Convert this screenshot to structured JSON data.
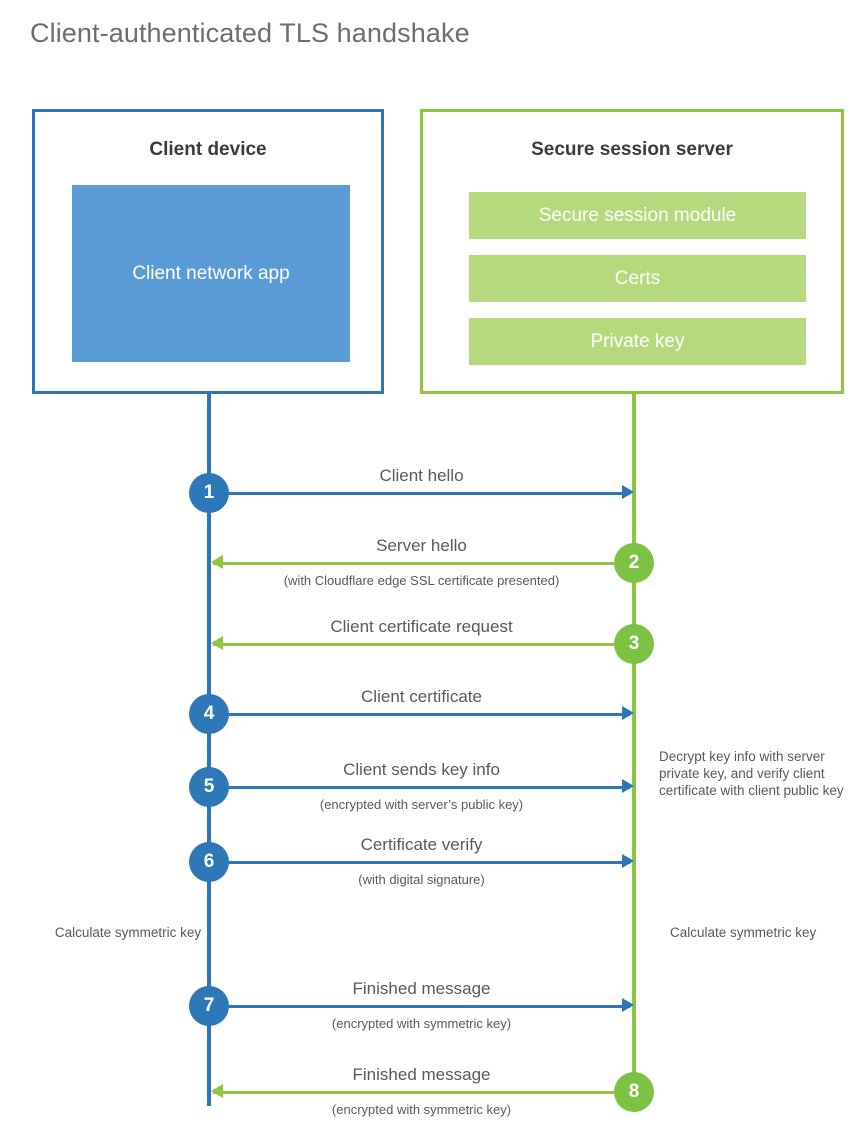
{
  "diagram": {
    "title": "Client-authenticated TLS handshake",
    "colors": {
      "client_blue": "#2e75b6",
      "client_app_fill": "#5b9bd5",
      "server_green": "#8dc63f",
      "server_item_fill": "#b5d97c",
      "step_blue": "#2e78b8",
      "step_green": "#7dc242",
      "text_gray": "#58595b"
    },
    "actors": {
      "client": {
        "title": "Client device",
        "app_label": "Client network app"
      },
      "server": {
        "title": "Secure session server",
        "items": [
          "Secure session module",
          "Certs",
          "Private key"
        ]
      }
    },
    "steps": [
      {
        "number": "1",
        "label": "Client hello",
        "sub": "",
        "direction": "right",
        "color": "blue"
      },
      {
        "number": "2",
        "label": "Server hello",
        "sub": "(with Cloudflare edge SSL certificate presented)",
        "direction": "left",
        "color": "green"
      },
      {
        "number": "3",
        "label": "Client certificate request",
        "sub": "",
        "direction": "left",
        "color": "green"
      },
      {
        "number": "4",
        "label": "Client certificate",
        "sub": "",
        "direction": "right",
        "color": "blue"
      },
      {
        "number": "5",
        "label": "Client sends key info",
        "sub": "(encrypted with server’s public key)",
        "direction": "right",
        "color": "blue"
      },
      {
        "number": "6",
        "label": "Certificate verify",
        "sub": "(with digital signature)",
        "direction": "right",
        "color": "blue"
      },
      {
        "number": "7",
        "label": "Finished message",
        "sub": "(encrypted with symmetric key)",
        "direction": "right",
        "color": "blue"
      },
      {
        "number": "8",
        "label": "Finished message",
        "sub": "(encrypted with symmetric key)",
        "direction": "left",
        "color": "green"
      }
    ],
    "notes": {
      "decrypt": "Decrypt key info with server private key, and verify client certificate with client public key",
      "calculate_client": "Calculate symmetric key",
      "calculate_server": "Calculate symmetric key"
    }
  }
}
